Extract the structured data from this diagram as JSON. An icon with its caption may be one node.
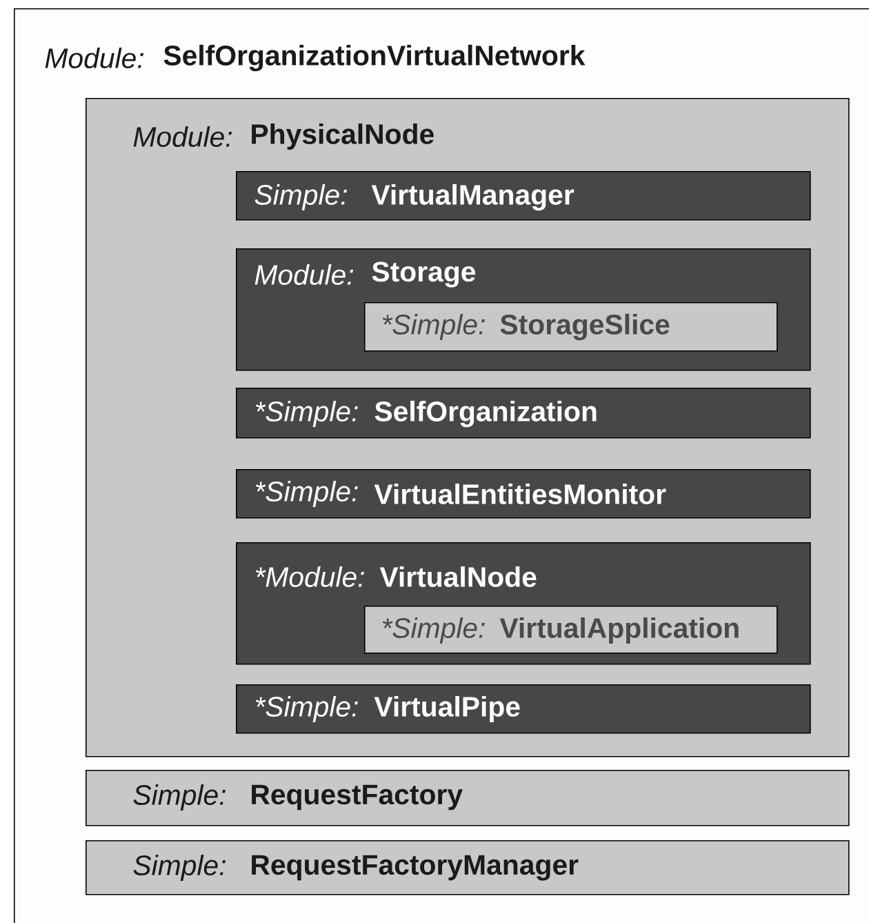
{
  "diagram": {
    "nodes": [
      {
        "text": [
          "Module:",
          "SelfOrganizationVirtualNetwork"
        ]
      },
      {
        "text": [
          "Module:",
          "PhysicalNode"
        ],
        "in": 0
      },
      {
        "text": [
          "Simple:",
          "VirtualManager"
        ],
        "in": 1
      },
      {
        "text": [
          "Module:",
          "Storage"
        ],
        "in": 1
      },
      {
        "text": [
          "*Simple:",
          "StorageSlice"
        ],
        "in": 3
      },
      {
        "text": [
          "*Simple:",
          "SelfOrganization"
        ],
        "in": 1
      },
      {
        "text": [
          "*Simple:",
          "VirtualEntitiesMonitor"
        ],
        "in": 1
      },
      {
        "text": [
          "*Module:",
          "VirtualNode"
        ],
        "in": 1
      },
      {
        "text": [
          "*Simple:",
          "VirtualApplication"
        ],
        "in": 7
      },
      {
        "text": [
          "*Simple:",
          "VirtualPipe"
        ],
        "in": 1
      },
      {
        "text": [
          "Simple:",
          "RequestFactory"
        ],
        "in": 0
      },
      {
        "text": [
          "Simple:",
          "RequestFactoryManager"
        ],
        "in": 0
      }
    ]
  }
}
